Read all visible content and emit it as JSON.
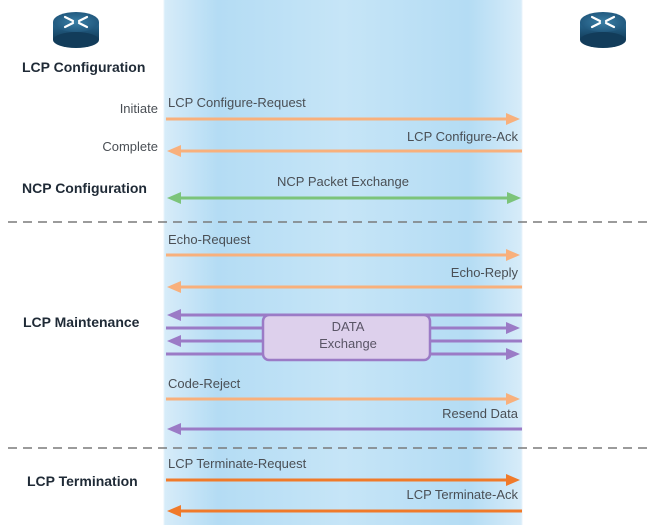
{
  "colors": {
    "lcp_light": "#f7b27a",
    "ncp_green": "#7cc47a",
    "data_purple": "#9b7bc6",
    "term_orange": "#f07a2a",
    "band_edge": "#cfe6f6",
    "band_center": "#a9d5f1",
    "separator": "#777777"
  },
  "devices": {
    "left": {
      "icon": "router-icon"
    },
    "right": {
      "icon": "router-icon"
    }
  },
  "phases": {
    "lcp_configuration": "LCP Configuration",
    "ncp_configuration": "NCP Configuration",
    "lcp_maintenance": "LCP Maintenance",
    "lcp_termination": "LCP Termination"
  },
  "step_labels": {
    "initiate": "Initiate",
    "complete": "Complete"
  },
  "messages": {
    "configure_request": "LCP Configure-Request",
    "configure_ack": "LCP Configure-Ack",
    "ncp_exchange": "NCP Packet Exchange",
    "echo_request": "Echo-Request",
    "echo_reply": "Echo-Reply",
    "data_line1": "DATA",
    "data_line2": "Exchange",
    "code_reject": "Code-Reject",
    "resend_data": "Resend Data",
    "terminate_request": "LCP Terminate-Request",
    "terminate_ack": "LCP Terminate-Ack"
  }
}
